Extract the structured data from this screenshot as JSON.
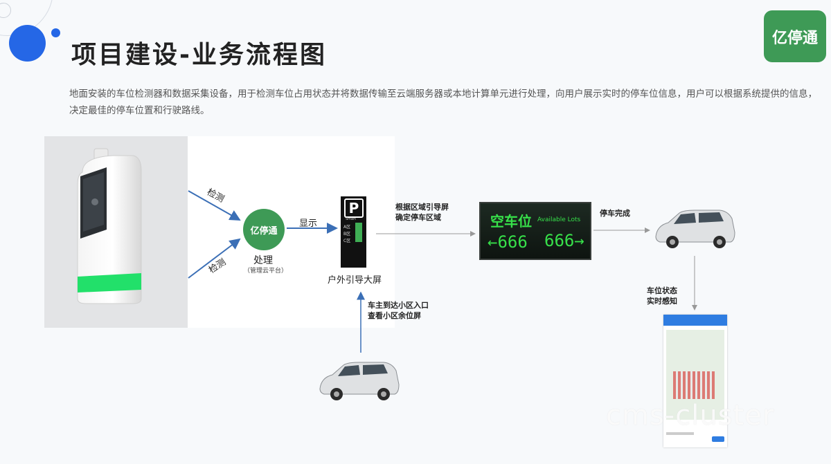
{
  "header": {
    "title": "项目建设-业务流程图",
    "logo_text": "亿停通",
    "description": "地面安装的车位检测器和数据采集设备，用于检测车位占用状态并将数据传输至云端服务器或本地计算单元进行处理，向用户展示实时的停车位信息，用户可以根据系统提供的信息，决定最佳的停车位置和行驶路线。"
  },
  "flow": {
    "detect_label_top": "检测",
    "detect_label_bottom": "检测",
    "hub_name": "亿停通",
    "hub_action": "处理",
    "hub_sub": "（管理云平台）",
    "display_label": "显示",
    "guide_screen_caption": "户外引导大屏",
    "guide_screen_letter": "P",
    "guide_screen_brand": "Smart",
    "guide_screen_rows": [
      "A区",
      "B区",
      "C区"
    ],
    "arrival_line1": "车主到达小区入口",
    "arrival_line2": "查看小区余位屏",
    "zone_guide_line1": "根据区域引导屏",
    "zone_guide_line2": "确定停车区域",
    "led_title_cn": "空车位",
    "led_title_en": "Available  Lots",
    "led_value_left": "←666",
    "led_value_right": "666→",
    "parked_label": "停车完成",
    "status_line1": "车位状态",
    "status_line2": "实时感知"
  },
  "watermark": "cms-cluster",
  "colors": {
    "brand_green": "#3e9a56",
    "accent_blue": "#2567e6",
    "arrow_blue": "#3b6fb6",
    "led_green": "#37e04a"
  }
}
